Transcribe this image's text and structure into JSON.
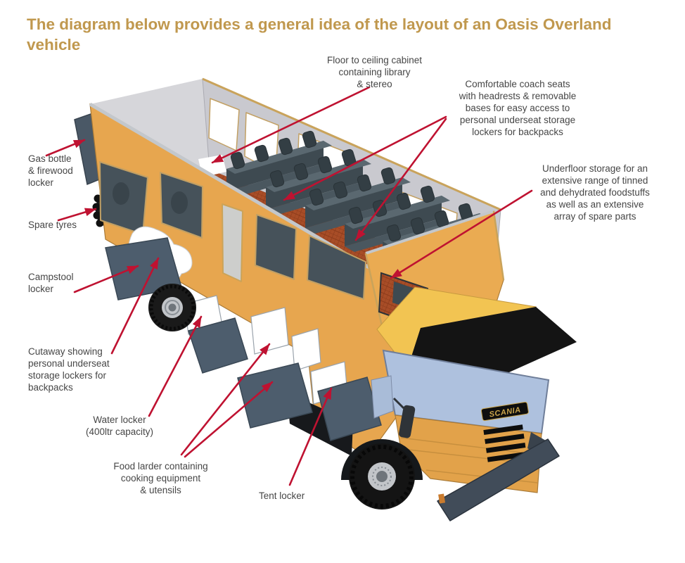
{
  "title": {
    "text": "The diagram below provides a general idea of the layout of an Oasis Overland vehicle"
  },
  "vehicle": {
    "brand": "SCANIA"
  },
  "colors": {
    "title_gold": "#C0984E",
    "label_text": "#464646",
    "arrow_red": "#BF1231",
    "body_orange": "#E7A64F",
    "cab_yellow": "#F2C452",
    "visor_black": "#141414",
    "windshield_blue": "#AEC1DE",
    "interior_wall_gray": "#C9C9CF",
    "seat_slate": "#3E4A51",
    "floor_rust": "#A84D27",
    "locker_flap_slate": "#4D5D6D",
    "bumper_slate": "#414C59",
    "tire_black": "#1A1A1A"
  },
  "labels": {
    "cabinet": {
      "lines": [
        "Floor to ceiling cabinet",
        "containing library",
        "& stereo"
      ]
    },
    "coach": {
      "lines": [
        "Comfortable coach seats",
        "with headrests & removable",
        "bases for easy access to",
        "personal underseat storage",
        "lockers for backpacks"
      ]
    },
    "underfloor": {
      "lines": [
        "Underfloor storage for an",
        "extensive range of tinned",
        "and dehydrated foodstuffs",
        "as well as an extensive",
        "array of spare parts"
      ]
    },
    "gas": {
      "lines": [
        "Gas bottle",
        "& firewood",
        "locker"
      ]
    },
    "spare": {
      "lines": [
        "Spare tyres"
      ]
    },
    "campstool": {
      "lines": [
        "Campstool",
        "locker"
      ]
    },
    "cutaway": {
      "lines": [
        "Cutaway showing",
        "personal underseat",
        "storage lockers for",
        "backpacks"
      ]
    },
    "water": {
      "lines": [
        "Water locker",
        "(400ltr capacity)"
      ]
    },
    "food": {
      "lines": [
        "Food larder containing",
        "cooking equipment",
        "& utensils"
      ]
    },
    "tent": {
      "lines": [
        "Tent locker"
      ]
    }
  }
}
